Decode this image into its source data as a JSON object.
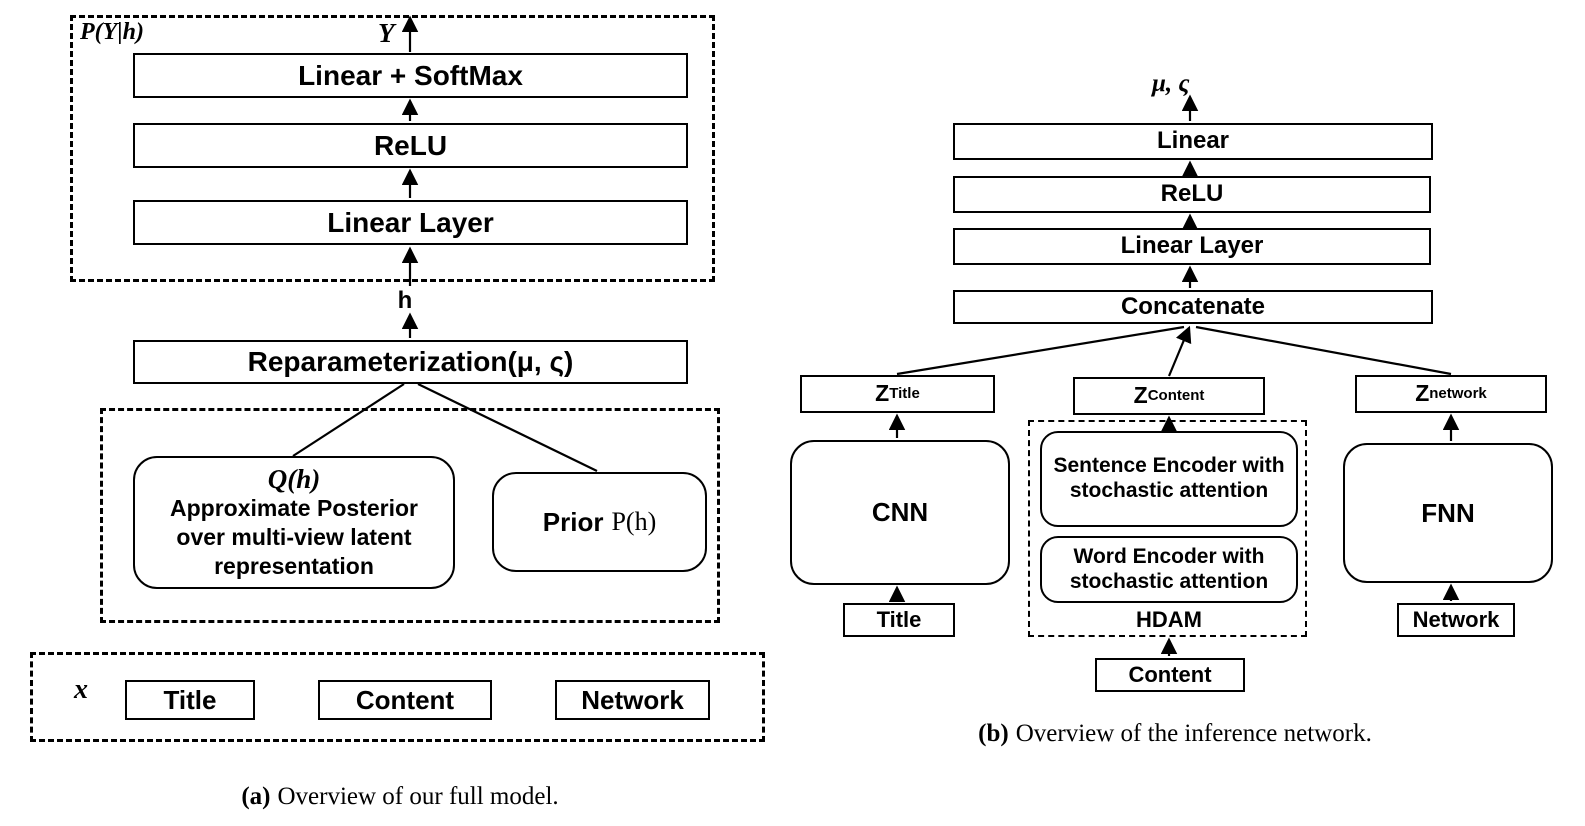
{
  "figure_a": {
    "decoder": {
      "label": "P(Y|h)",
      "output": "Y",
      "layers": [
        "Linear + SoftMax",
        "ReLU",
        "Linear Layer"
      ]
    },
    "h_label": "h",
    "reparam_label": "Reparameterization(μ, ς)",
    "posterior": {
      "q_label": "Q(h)",
      "text": "Approximate Posterior over multi-view latent representation"
    },
    "prior": {
      "bold": "Prior",
      "math": "P(h)"
    },
    "inputs": {
      "x_label": "x",
      "items": [
        "Title",
        "Content",
        "Network"
      ]
    },
    "caption": {
      "tag": "(a)",
      "text": "Overview of our full model."
    }
  },
  "figure_b": {
    "output_label": "μ, ς",
    "layers": [
      "Linear",
      "ReLU",
      "Linear Layer",
      "Concatenate"
    ],
    "latents": [
      {
        "base": "Z",
        "sub": "Title"
      },
      {
        "base": "Z",
        "sub": "Content"
      },
      {
        "base": "Z",
        "sub": "network"
      }
    ],
    "encoders": {
      "cnn": "CNN",
      "fnn": "FNN",
      "hdam": {
        "sentence": "Sentence Encoder with stochastic attention",
        "word": "Word Encoder with stochastic attention",
        "label": "HDAM"
      }
    },
    "inputs": {
      "title": "Title",
      "content": "Content",
      "network": "Network"
    },
    "caption": {
      "tag": "(b)",
      "text": "Overview of the inference network."
    }
  }
}
